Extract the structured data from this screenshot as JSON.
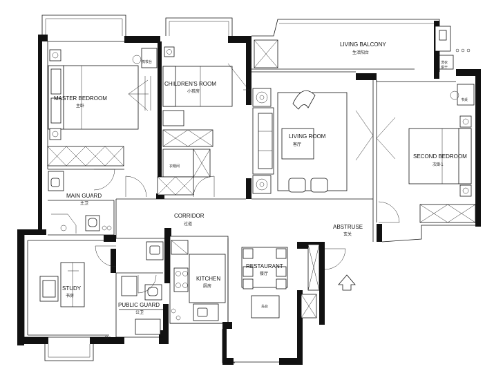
{
  "rooms": {
    "living_balcony": {
      "en": "LIVING BALCONY",
      "zh": "生活阳台"
    },
    "master_bedroom": {
      "en": "MASTER BEDROOM",
      "zh": "主卧"
    },
    "childrens_room": {
      "en": "CHILDREN'S ROOM",
      "zh": "小孩房"
    },
    "living_room": {
      "en": "LIVING ROOM",
      "zh": "客厅"
    },
    "second_bedroom": {
      "en": "SECOND BEDROOM",
      "zh": "次卧1"
    },
    "main_guard": {
      "en": "MAIN GUARD",
      "zh": "主卫"
    },
    "corridor": {
      "en": "CORRIDOR",
      "zh": "过道"
    },
    "abstruse": {
      "en": "ABSTRUSE",
      "zh": "玄关"
    },
    "study": {
      "en": "STUDY",
      "zh": "书房"
    },
    "restaurant": {
      "en": "RESTAURANT",
      "zh": "餐厅"
    },
    "kitchen": {
      "en": "KITCHEN",
      "zh": "厨房"
    },
    "public_guard": {
      "en": "PUBLIC GUARD",
      "zh": "公卫"
    }
  },
  "notes": {
    "dressing_table": "梳妆台",
    "wardrobe": "衣帽间",
    "desk": "书桌",
    "laundry_1": "洗衣",
    "laundry_2": "烘干",
    "island": "岛台"
  },
  "colors": {
    "wall": "#111111",
    "line": "#111111",
    "background": "#ffffff"
  }
}
